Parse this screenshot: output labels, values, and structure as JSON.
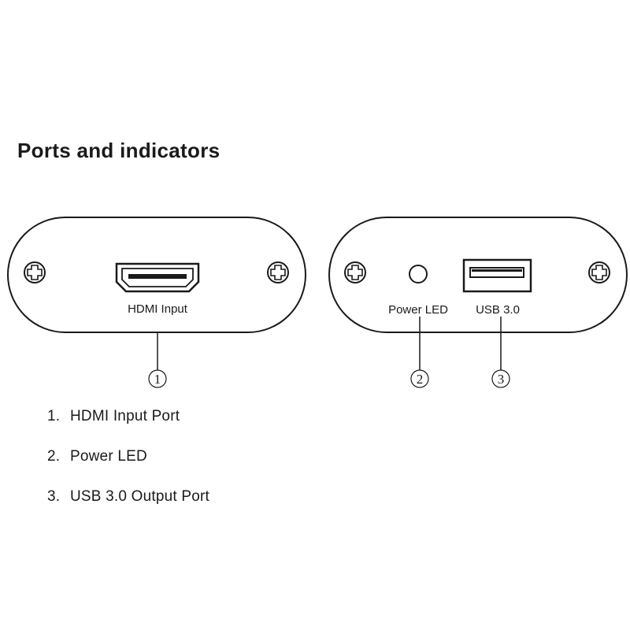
{
  "title": "Ports and indicators",
  "panel_left": {
    "port_label": "HDMI Input",
    "callout": "1",
    "icons": [
      "screw-icon",
      "hdmi-port-icon",
      "screw-icon"
    ]
  },
  "panel_right": {
    "led_label": "Power LED",
    "usb_label": "USB 3.0",
    "led_callout": "2",
    "usb_callout": "3",
    "icons": [
      "screw-icon",
      "led-icon",
      "usb-port-icon",
      "screw-icon"
    ]
  },
  "legend": [
    {
      "index": "1.",
      "text": "HDMI Input Port"
    },
    {
      "index": "2.",
      "text": "Power LED"
    },
    {
      "index": "3.",
      "text": "USB 3.0 Output Port"
    }
  ],
  "colors": {
    "stroke": "#1a1a1a",
    "background": "#ffffff"
  }
}
